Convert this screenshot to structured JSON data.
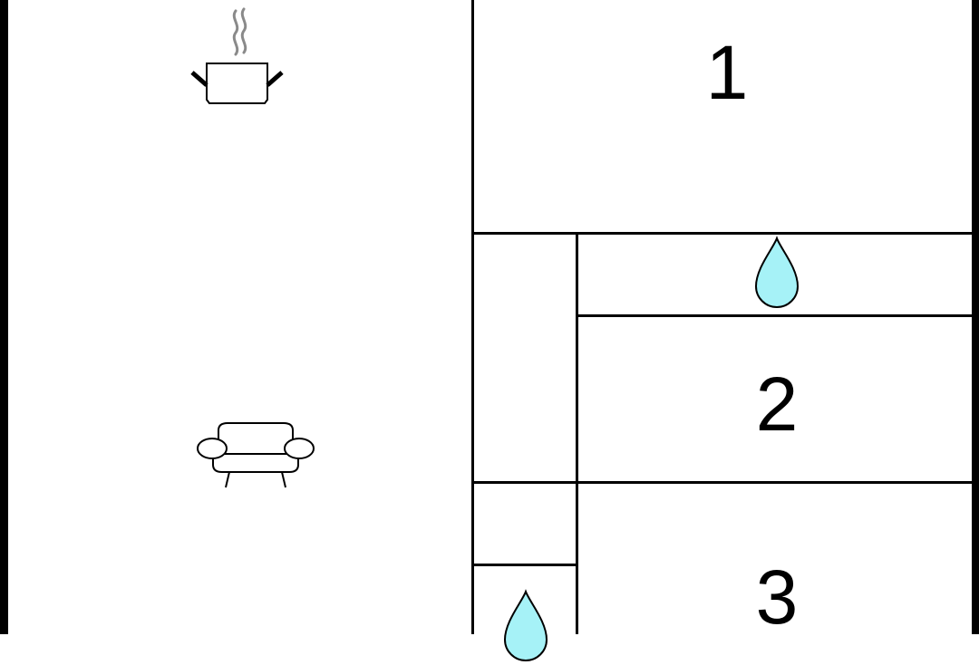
{
  "floor_plan": {
    "rooms": [
      {
        "label": "1"
      },
      {
        "label": "2"
      },
      {
        "label": "3"
      }
    ],
    "icons": {
      "kitchen": "cooking-pot-icon",
      "living": "sofa-icon",
      "bathroom": "water-drop-icon",
      "toilet": "water-drop-icon"
    },
    "colors": {
      "walls": "#000000",
      "water_drop": "#a6f2f7",
      "steam": "#8a8a8a"
    }
  }
}
